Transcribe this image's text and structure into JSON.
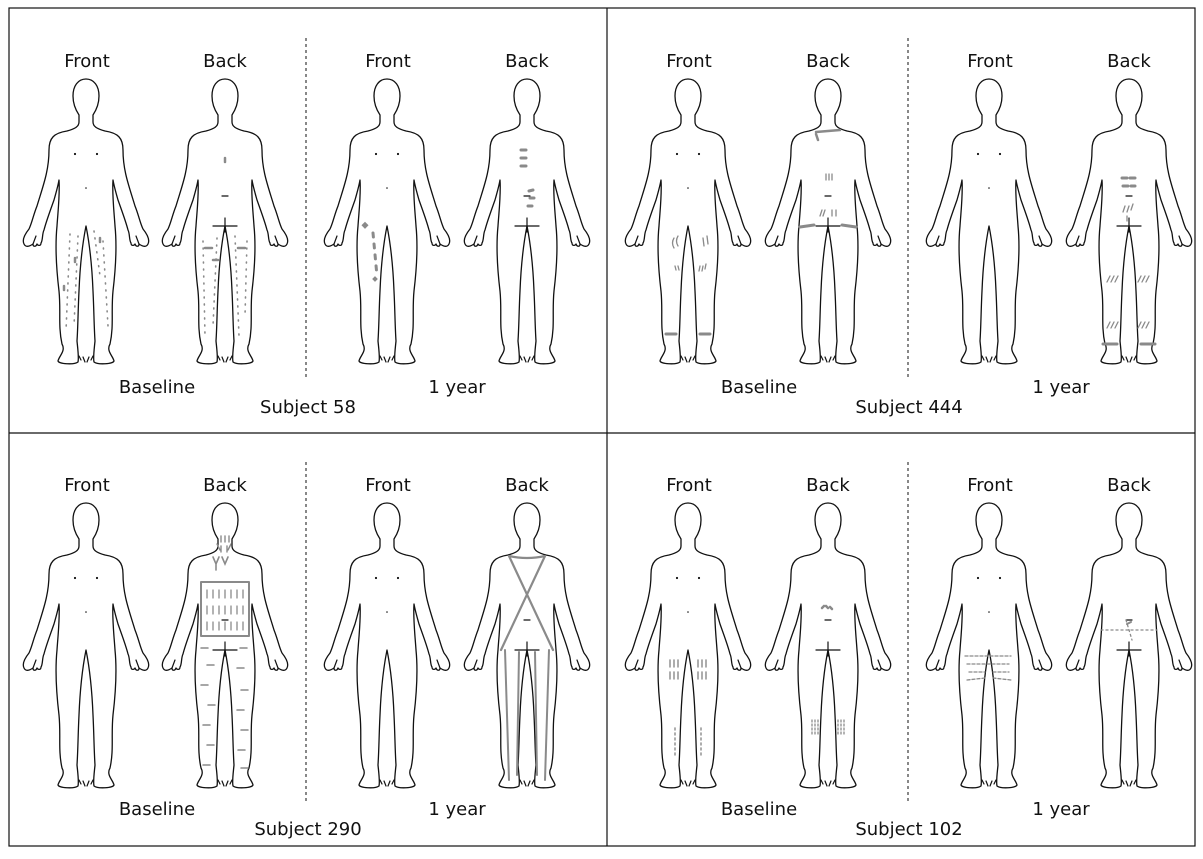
{
  "labels": {
    "front": "Front",
    "back": "Back",
    "baseline": "Baseline",
    "one_year": "1 year"
  },
  "colors": {
    "outline": "#111111",
    "marking": "#8a8a8a",
    "border": "#111111",
    "background": "#ffffff"
  },
  "panels": [
    {
      "subject": "Subject 58"
    },
    {
      "subject": "Subject 444"
    },
    {
      "subject": "Subject 290"
    },
    {
      "subject": "Subject 102"
    }
  ]
}
